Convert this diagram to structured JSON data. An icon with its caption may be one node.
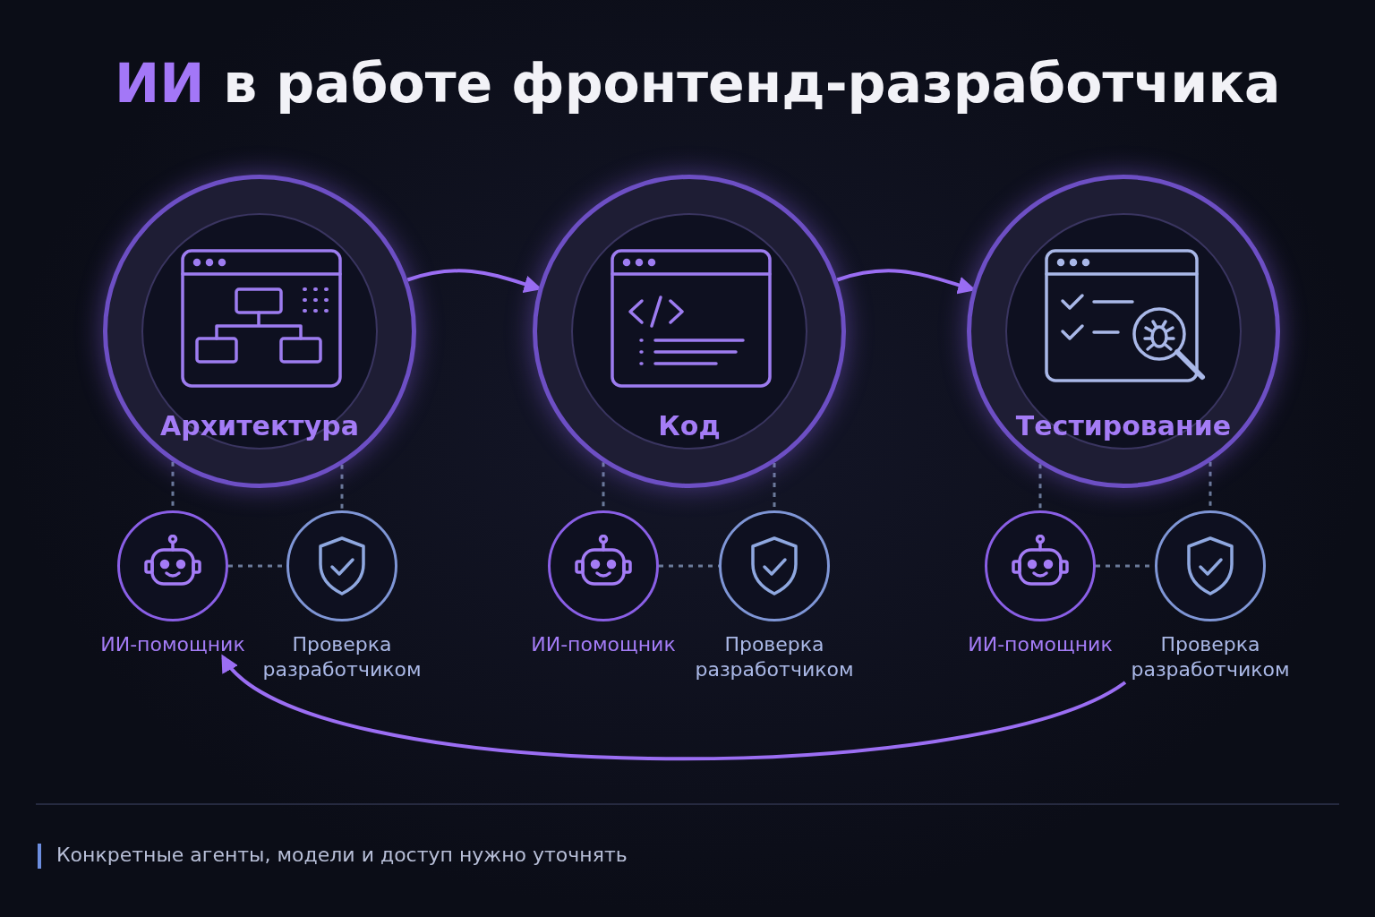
{
  "diagram": {
    "title": "**ИИ** в работе фронтенд-разработчика",
    "nodes": [
      {
        "text": [
          "Архитектура"
        ]
      },
      {
        "text": [
          "Код"
        ]
      },
      {
        "text": [
          "Тестирование"
        ]
      },
      {
        "text": [
          "ИИ-помощник"
        ]
      },
      {
        "text": [
          "Проверка разработчиком"
        ]
      },
      {
        "text": [
          "ИИ-помощник"
        ]
      },
      {
        "text": [
          "Проверка разработчиком"
        ]
      },
      {
        "text": [
          "ИИ-помощник"
        ]
      },
      {
        "text": [
          "Проверка разработчиком"
        ]
      }
    ],
    "edges": [
      {
        "from": 0,
        "to": 1,
        "arrow": "to",
        "color": "#9b6ef3"
      },
      {
        "from": 1,
        "to": 2,
        "arrow": "to",
        "color": "#9b6ef3"
      },
      {
        "from": 8,
        "to": 3,
        "arrow": "to",
        "color": "#9b6ef3"
      },
      {
        "from": 0,
        "to": 3,
        "arrow": "none",
        "style": "dashed"
      },
      {
        "from": 0,
        "to": 4,
        "arrow": "none",
        "style": "dashed"
      },
      {
        "from": 3,
        "to": 4,
        "arrow": "none",
        "style": "dashed"
      },
      {
        "from": 1,
        "to": 5,
        "arrow": "none",
        "style": "dashed"
      },
      {
        "from": 1,
        "to": 6,
        "arrow": "none",
        "style": "dashed"
      },
      {
        "from": 5,
        "to": 6,
        "arrow": "none",
        "style": "dashed"
      },
      {
        "from": 2,
        "to": 7,
        "arrow": "none",
        "style": "dashed"
      },
      {
        "from": 2,
        "to": 8,
        "arrow": "none",
        "style": "dashed"
      },
      {
        "from": 7,
        "to": 8,
        "arrow": "none",
        "style": "dashed"
      }
    ],
    "labels": [
      "Конкретные агенты, модели и доступ нужно уточнять"
    ]
  }
}
